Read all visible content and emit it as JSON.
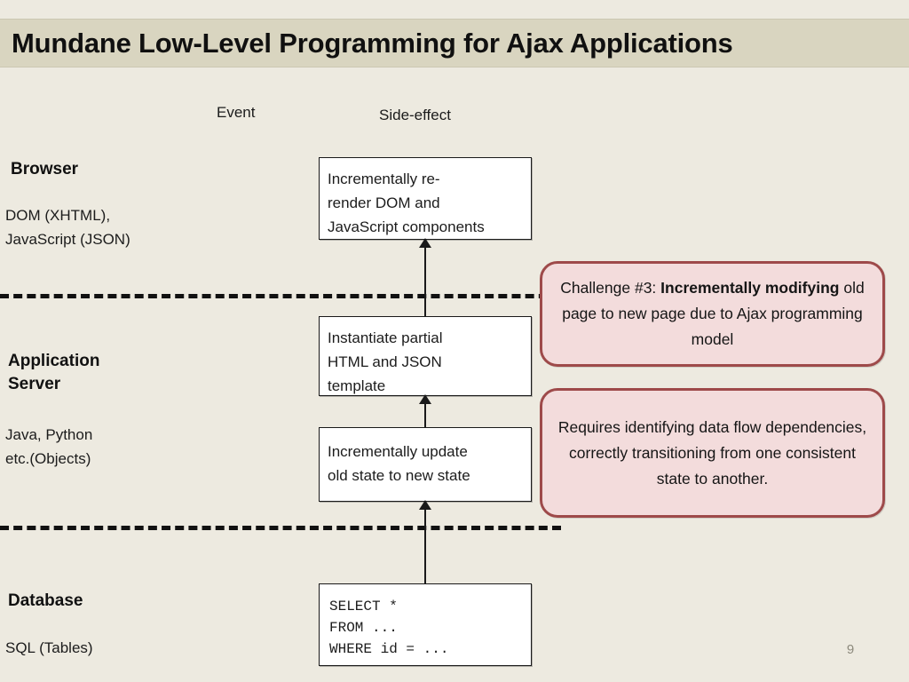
{
  "slide": {
    "title": "Mundane Low-Level Programming for Ajax Applications",
    "page_number": "9",
    "background_color": "#edeae0",
    "title_band_color": "#d9d5c0",
    "callout_fill_color": "#f3dcdc",
    "callout_border_color": "#9e4a4a"
  },
  "columns": {
    "event_label": "Event",
    "side_effect_label": "Side-effect"
  },
  "tiers": [
    {
      "name": "browser",
      "title": "Browser",
      "subtitle": "DOM (XHTML),\nJavaScript (JSON)"
    },
    {
      "name": "application-server",
      "title": "Application\nServer",
      "subtitle": "Java, Python\netc.(Objects)"
    },
    {
      "name": "database",
      "title": "Database",
      "subtitle": "SQL (Tables)"
    }
  ],
  "boxes": [
    {
      "name": "render-dom",
      "text": "Incrementally re-\nrender DOM and\nJavaScript components"
    },
    {
      "name": "instantiate-template",
      "text": "Instantiate partial\nHTML and JSON\ntemplate"
    },
    {
      "name": "update-state",
      "text": "Incrementally update\nold state to new state"
    },
    {
      "name": "sql-query",
      "text": "SELECT *\nFROM   ...\nWHERE  id = ..."
    }
  ],
  "callouts": [
    {
      "name": "challenge-3",
      "prefix": "Challenge #3: ",
      "bold": "Incrementally modifying",
      "suffix": " old page to new page due to Ajax programming model",
      "full_text": "Challenge #3: Incrementally modifying old page to new page due to Ajax programming model"
    },
    {
      "name": "requires-data-flow",
      "prefix": "",
      "bold": "",
      "suffix": "",
      "full_text": "Requires identifying data flow dependencies, correctly transitioning from one consistent state to another."
    }
  ]
}
